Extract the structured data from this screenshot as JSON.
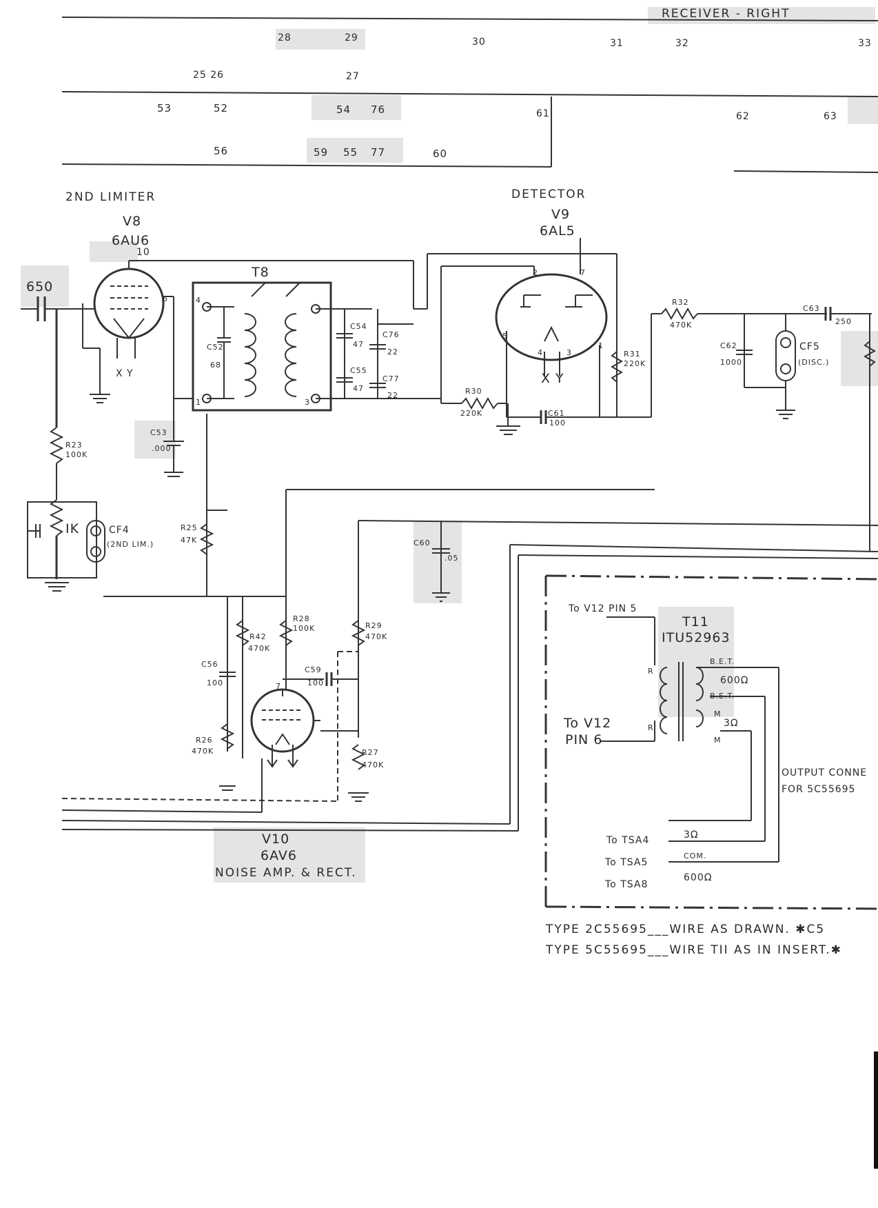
{
  "header": {
    "title": "RECEIVER - RIGHT",
    "row1": [
      "28",
      "29",
      "30",
      "31",
      "32",
      "33"
    ],
    "row2": [
      "25 26",
      "27"
    ],
    "row3": [
      "53",
      "52",
      "54",
      "76",
      "61",
      "62",
      "63"
    ],
    "row4": [
      "56",
      "59",
      "55",
      "77",
      "60"
    ]
  },
  "sections": {
    "limiter": "2ND LIMITER",
    "detector": "DETECTOR",
    "noise": "NOISE AMP. & RECT."
  },
  "tubes": {
    "v8": {
      "name": "V8",
      "type": "6AU6",
      "pin": "10"
    },
    "v9": {
      "name": "V9",
      "type": "6AL5"
    },
    "v10": {
      "name": "V10",
      "type": "6AV6"
    }
  },
  "transformer": {
    "t8": "T8",
    "t11": "T11",
    "t11_part": "ITU52963"
  },
  "components": {
    "c650": "650",
    "r23": "R23",
    "r23v": "100K",
    "ik": "IK",
    "cf4": "CF4",
    "cf4v": "(2ND LIM.)",
    "c52": "C52",
    "c52v": "68",
    "c53": "C53",
    "c53v": ".000",
    "c54": "C54",
    "c54v": "47",
    "c55": "C55",
    "c55v": "47",
    "c76": "C76",
    "c76v": "22",
    "c77": "C77",
    "c77v": "22",
    "r30": "R30",
    "r30v": "220K",
    "c61": "C61",
    "c61v": "100",
    "r31": "R31",
    "r31v": "220K",
    "r32": "R32",
    "r32v": "470K",
    "c62": "C62",
    "c62v": "1000",
    "cf5": "CF5",
    "cf5v": "(DISC.)",
    "c63": "C63",
    "c63v": "250",
    "r25": "R25",
    "r25v": "47K",
    "c60": "C60",
    "c60v": ".05",
    "r42": "R42",
    "r42v": "470K",
    "r28": "R28",
    "r28v": "100K",
    "r29": "R29",
    "r29v": "470K",
    "c56": "C56",
    "c56v": "100",
    "c59": "C59",
    "c59v": "100",
    "r26": "R26",
    "r26v": "470K",
    "r27": "R27",
    "r27v": "470K"
  },
  "pins": {
    "xy": "X  Y",
    "p1": "1",
    "p2": "2",
    "p3": "3",
    "p4": "4",
    "p5": "5",
    "p6": "6",
    "p7": "7"
  },
  "insert": {
    "to_v12_pin5": "To V12 PIN 5",
    "to_v12": "To V12",
    "pin6": "PIN 6",
    "r": "R",
    "bet": "B.E.T.",
    "z600": "600Ω",
    "bet2": "B.E.T.",
    "m": "M",
    "z3": "3Ω",
    "output": "OUTPUT CONNE",
    "for": "FOR 5C55695",
    "tsa4": "To TSA4",
    "tsa5": "To TSA5",
    "tsa8": "To TSA8",
    "v3": "3Ω",
    "com": "COM.",
    "v600": "600Ω"
  },
  "notes": {
    "line1": "TYPE 2C55695___WIRE AS DRAWN. ✱C5",
    "line2": "TYPE 5C55695___WIRE TII AS IN INSERT.✱"
  }
}
